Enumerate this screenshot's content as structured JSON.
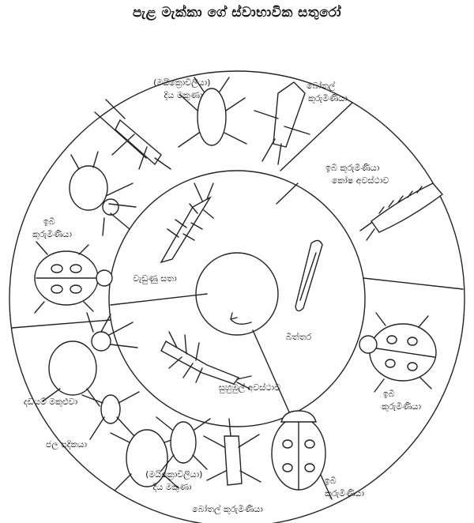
{
  "title": "පැළ මැක්කා ගේ ස්වාභාවික සතුරෝ",
  "outer_ring": [
    {
      "id": "micro-top",
      "lines": [
        "(මයික්‍රොවිලියා)",
        "දිය මකුණා"
      ]
    },
    {
      "id": "beetle-top",
      "lines": [
        "බෝතල්",
        "කුරුමිණියා"
      ]
    },
    {
      "id": "cocoon",
      "lines": [
        "ඉබි කුරුමිණියා",
        "කෝෂ අවස්ථාව"
      ]
    },
    {
      "id": "ladybird-r",
      "lines": [
        "ඉබි",
        "කුරුමිණියා"
      ]
    },
    {
      "id": "ladybird-b",
      "lines": [
        "ඉබි",
        "කුරුමිණියා"
      ]
    },
    {
      "id": "beetle-bot",
      "lines": [
        "බෝතල් කුරුමිණියා"
      ]
    },
    {
      "id": "micro-bot",
      "lines": [
        "(මයික්‍රොවිලියා)",
        "දිය මකුණා"
      ]
    },
    {
      "id": "water-strider",
      "lines": [
        "ජල පදිකයා"
      ]
    },
    {
      "id": "spider",
      "lines": [
        "දඩයම් මකුළුවා"
      ]
    },
    {
      "id": "ladybird-l",
      "lines": [
        "ඉබි",
        "කුරුමිණියා"
      ]
    }
  ],
  "inner_ring": {
    "larva": "වැඩුණු සතා",
    "egg": "බිත්තර",
    "nymph": "සුහුඹුල් අවස්ථාව"
  }
}
